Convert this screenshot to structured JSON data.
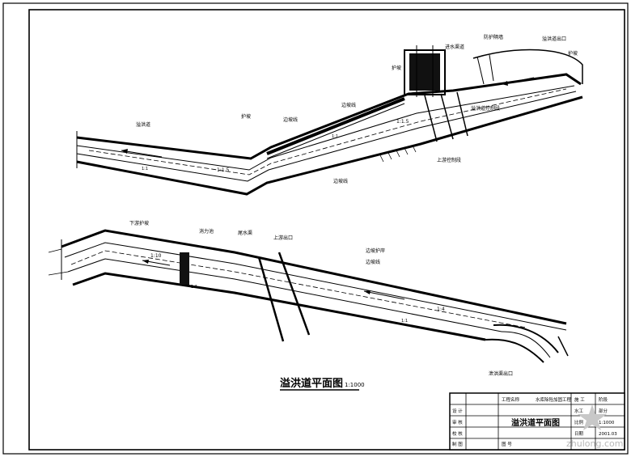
{
  "drawing": {
    "title": "溢洪道平面图",
    "scale": "1:1000",
    "upper_labels": {
      "top_1": "防护隔墙",
      "top_2": "溢洪道出口",
      "top_3": "护坡",
      "top_4": "护坡",
      "top_5": "进水渠道",
      "mid_1": "边坡线",
      "mid_2": "边坡线",
      "mid_3": "护坡",
      "mid_4": "溢洪道控制段",
      "mid_5": "上游控制段",
      "left_1": "溢洪道",
      "bottom_1": "边坡线",
      "slope_1": "1:1.5",
      "slope_2": "1:1.5"
    },
    "lower_labels": {
      "left_1": "下游护坡",
      "mid_1": "消力池",
      "mid_2": "尾水渠",
      "mid_3": "上游出口",
      "right_1": "边坡护岸",
      "right_2": "边坡线",
      "right_3": "泄洪渠出口",
      "slope_1": "1:10",
      "slope_2": "1:4"
    },
    "dims": {
      "d1": "1:1",
      "d2": "1:1",
      "d3": "1:1",
      "d4": "1:1"
    }
  },
  "title_block": {
    "company": "工程名称",
    "project": "水库除险加固工程",
    "col_a": "设 计",
    "col_b": "审 核",
    "col_c": "校 核",
    "col_d": "制 图",
    "col_e": "图 号",
    "drawing_name": "溢洪道平面图",
    "stage": "施 工",
    "stage_label": "阶段",
    "part": "水工",
    "part_label": "部分",
    "scale_label": "比例",
    "scale_value": "1:1000",
    "date_label": "日期",
    "date_value": "2001.03"
  },
  "watermark": "zhulong.com"
}
